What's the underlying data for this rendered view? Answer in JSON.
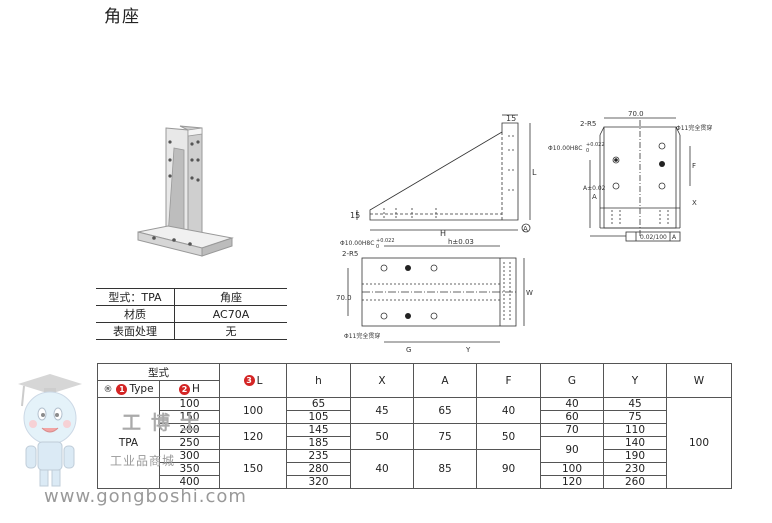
{
  "title": "角座",
  "material_table": {
    "rows": [
      {
        "key": "型式：TPA",
        "value": "角座"
      },
      {
        "key": "材质",
        "value": "AC70A"
      },
      {
        "key": "表面处理",
        "value": "无"
      }
    ]
  },
  "drawing": {
    "side": {
      "dim_15_top": "15",
      "dim_15_left": "15",
      "H": "H",
      "L": "L",
      "A": "A"
    },
    "front": {
      "r5": "2-R5",
      "dim_70": "70.0",
      "hole_small": "Φ10.00H8C",
      "tol1": "+0.022",
      "tol2": "0",
      "hole_big": "Φ11完全贯穿",
      "F": "F",
      "X": "X",
      "A": "A",
      "A_tol": "A±0.02",
      "flat": "0.02/100",
      "flat_ref": "A"
    },
    "top": {
      "hole_small": "Φ10.00H8C",
      "tol1": "+0.022",
      "tol2": "0",
      "r5": "2-R5",
      "h_dim": "h±0.03",
      "dim_70": "70.0",
      "W": "W",
      "hole_big": "Φ11完全贯穿",
      "G": "G",
      "Y": "Y"
    }
  },
  "spec_table": {
    "type_header": "型式",
    "reg": "®",
    "type_label": "Type",
    "type_num": "1",
    "h_label": "H",
    "h_num": "2",
    "l_label": "L",
    "l_num": "3",
    "columns": [
      "h",
      "X",
      "A",
      "F",
      "G",
      "Y",
      "W"
    ],
    "type_value": "TPA",
    "H": [
      "100",
      "150",
      "200",
      "250",
      "300",
      "350",
      "400"
    ],
    "L": [
      "100",
      "120",
      "150"
    ],
    "h": [
      "65",
      "105",
      "145",
      "185",
      "235",
      "280",
      "320"
    ],
    "X": [
      "45",
      "50",
      "40"
    ],
    "A": [
      "65",
      "75",
      "85"
    ],
    "F": [
      "40",
      "50",
      "90"
    ],
    "G": [
      "40",
      "60",
      "70",
      "90",
      "100",
      "120"
    ],
    "Y": [
      "45",
      "75",
      "110",
      "140",
      "190",
      "230",
      "260"
    ],
    "W": "100"
  },
  "watermark": {
    "brand": "工博士",
    "sub": "工业品商城",
    "url": "www.gongboshi.com"
  }
}
